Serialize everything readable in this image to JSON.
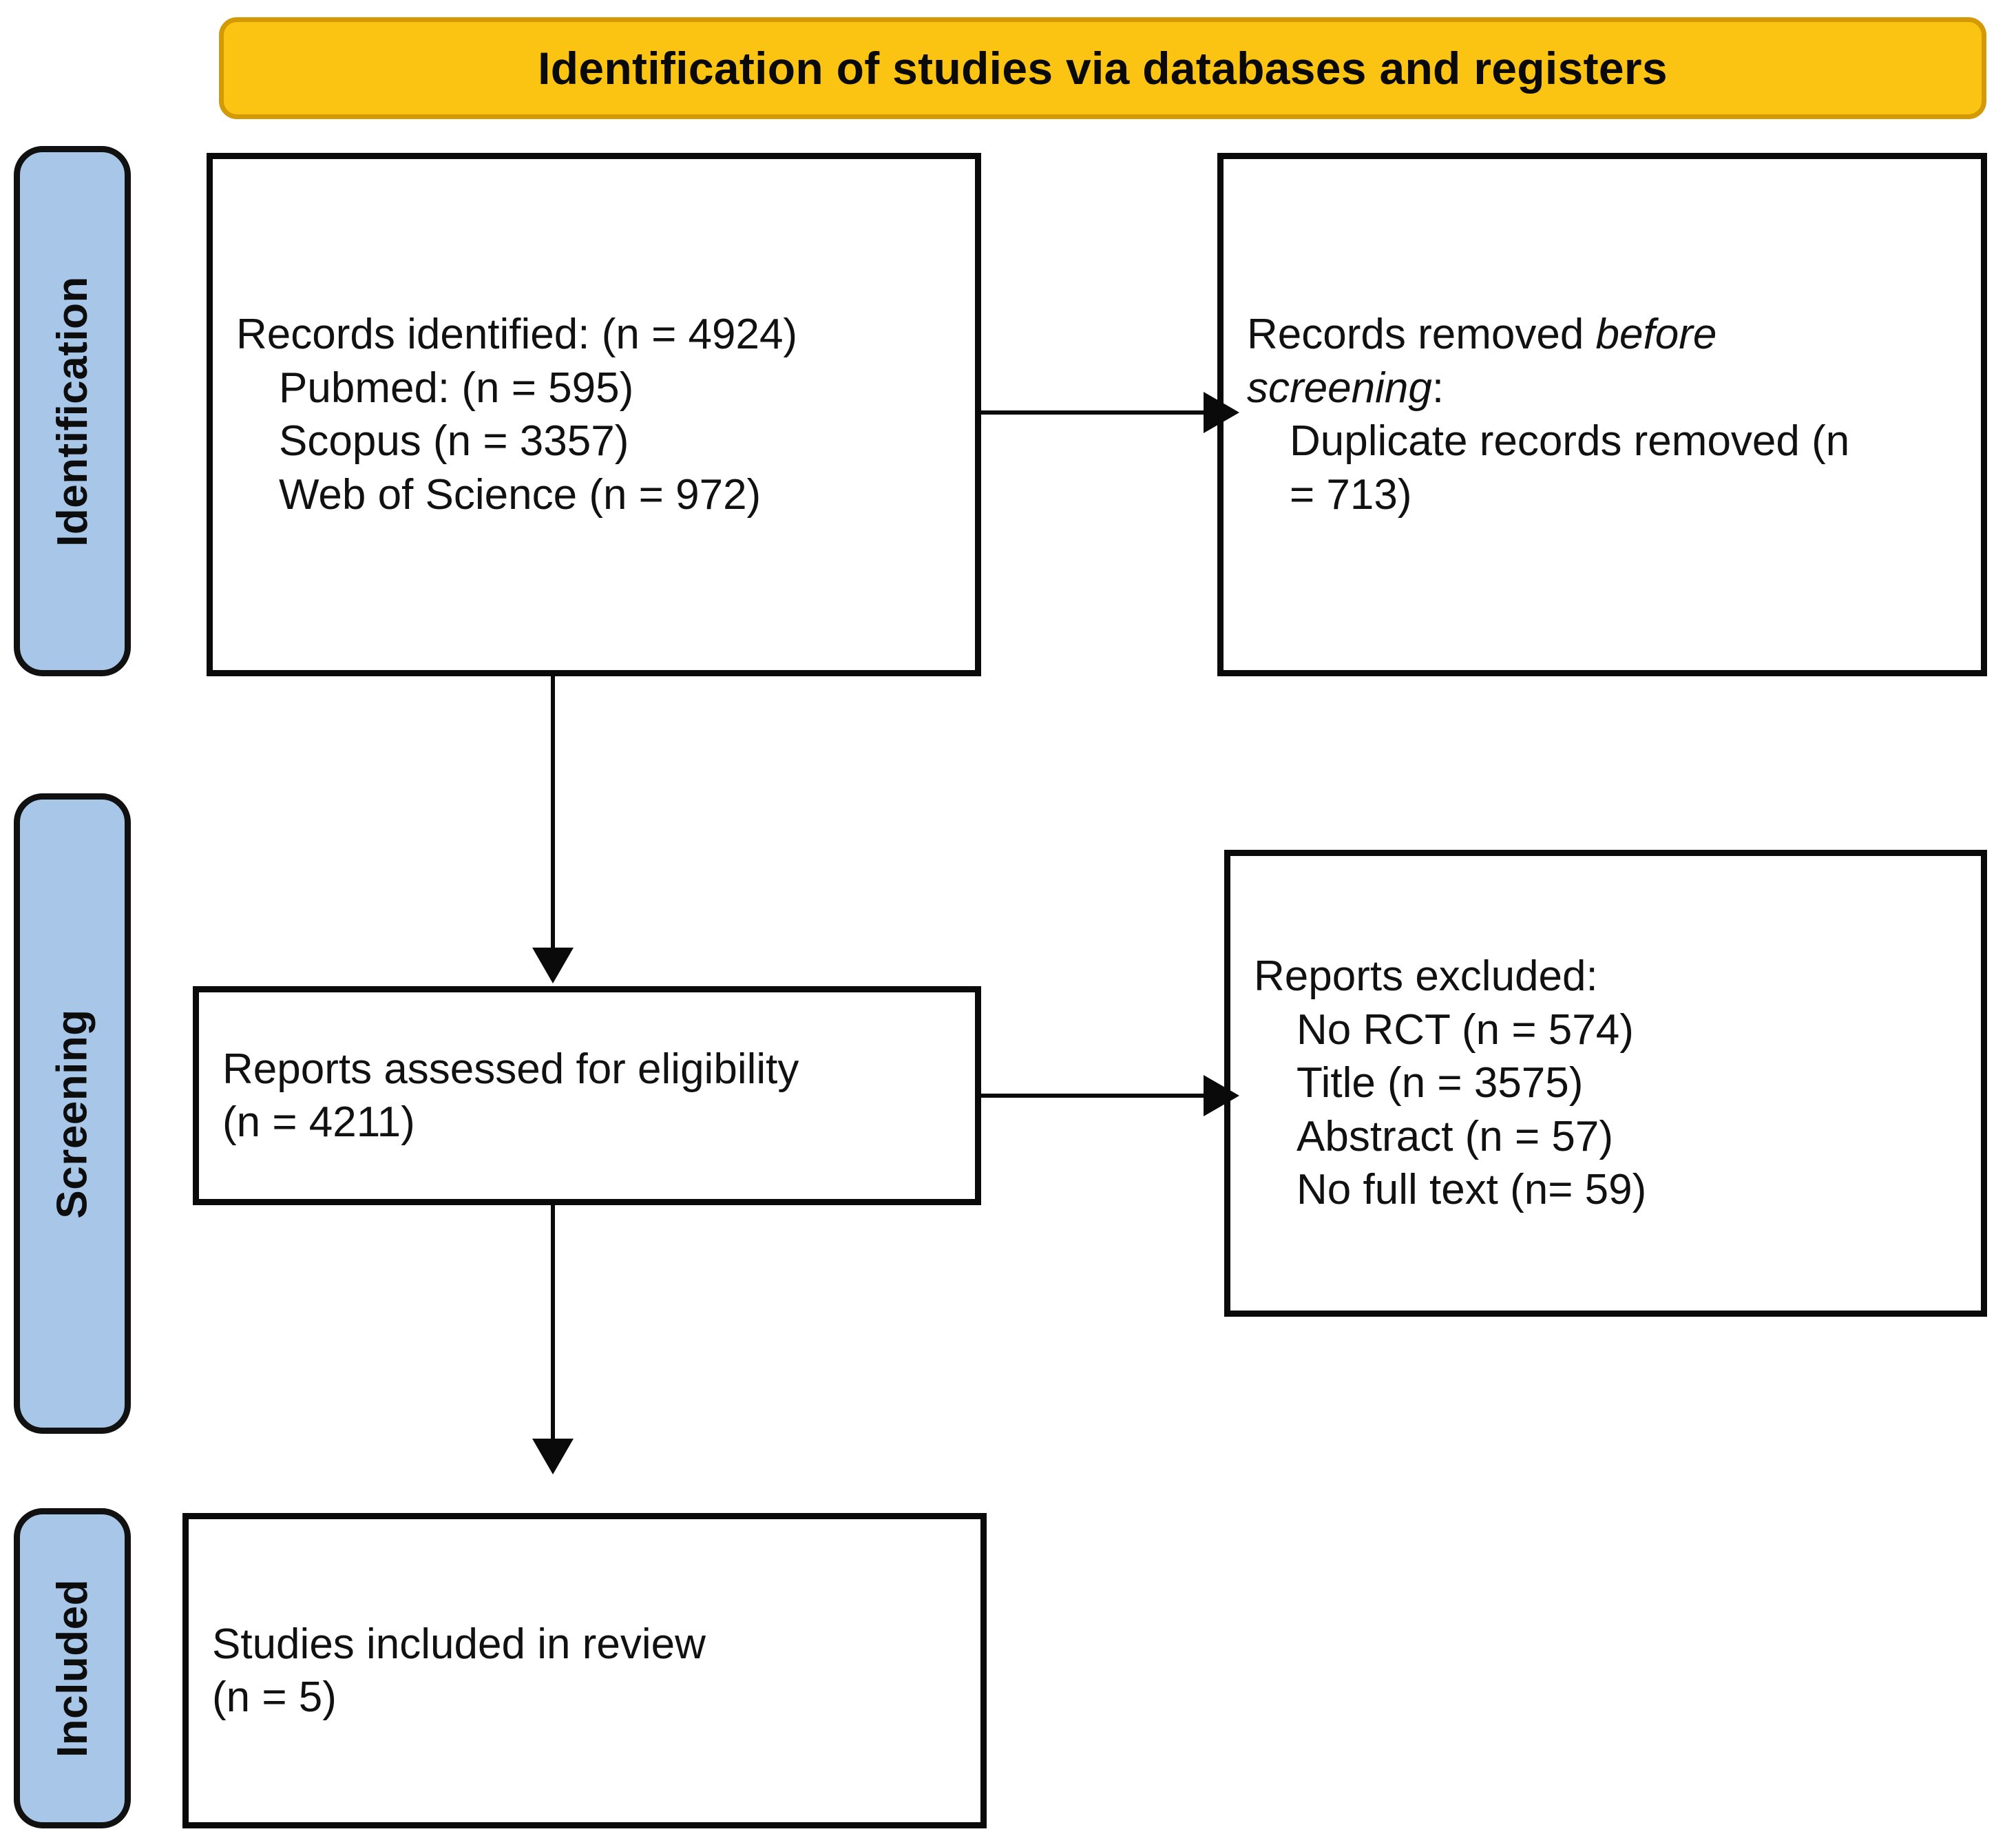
{
  "diagram": {
    "type": "PRISMA flow diagram",
    "header": {
      "title": "Identification of studies via databases and registers",
      "color": "#FBC412",
      "border_color": "#D39A06"
    },
    "stage_color": "#A7C6E8",
    "stages": [
      {
        "id": "identification",
        "label": "Identification"
      },
      {
        "id": "screening",
        "label": "Screening"
      },
      {
        "id": "included",
        "label": "Included"
      }
    ],
    "boxes": {
      "records_identified": {
        "id": "records-identified",
        "lines": [
          {
            "text": "Records identified: (n = 4924)",
            "indent": false,
            "italic": false
          },
          {
            "text": "Pubmed: (n = 595)",
            "indent": true,
            "italic": false
          },
          {
            "text": "Scopus (n = 3357)",
            "indent": true,
            "italic": false
          },
          {
            "text": "Web of Science (n = 972)",
            "indent": true,
            "italic": false
          }
        ],
        "counts": {
          "total": 4924,
          "Pubmed": 595,
          "Scopus": 3357,
          "Web of Science": 972
        }
      },
      "records_removed": {
        "id": "records-removed-before-screening",
        "lines": [
          {
            "text": "Records removed ",
            "indent": false,
            "italic": false,
            "trailing_italic": "before"
          },
          {
            "text": "screening",
            "indent": false,
            "italic": true,
            "trailing_plain": ":"
          },
          {
            "text": "Duplicate records removed (n",
            "indent": true,
            "italic": false
          },
          {
            "text": "= 713)",
            "indent": true,
            "italic": false
          }
        ],
        "counts": {
          "duplicates_removed": 713
        }
      },
      "reports_assessed": {
        "id": "reports-assessed-for-eligibility",
        "lines": [
          {
            "text": "Reports assessed for eligibility",
            "indent": false,
            "italic": false
          },
          {
            "text": "(n = 4211)",
            "indent": false,
            "italic": false
          }
        ],
        "counts": {
          "assessed": 4211
        }
      },
      "reports_excluded": {
        "id": "reports-excluded",
        "lines": [
          {
            "text": "Reports excluded:",
            "indent": false,
            "italic": false
          },
          {
            "text": "No RCT (n = 574)",
            "indent": true,
            "italic": false
          },
          {
            "text": "Title (n = 3575)",
            "indent": true,
            "italic": false
          },
          {
            "text": "Abstract (n = 57)",
            "indent": true,
            "italic": false
          },
          {
            "text": "No full text (n= 59)",
            "indent": true,
            "italic": false
          }
        ],
        "counts": {
          "No RCT": 574,
          "Title": 3575,
          "Abstract": 57,
          "No full text": 59
        }
      },
      "studies_included": {
        "id": "studies-included-in-review",
        "lines": [
          {
            "text": "Studies included in review",
            "indent": false,
            "italic": false
          },
          {
            "text": "(n = 5)",
            "indent": false,
            "italic": false
          }
        ],
        "counts": {
          "included": 5
        }
      }
    }
  }
}
